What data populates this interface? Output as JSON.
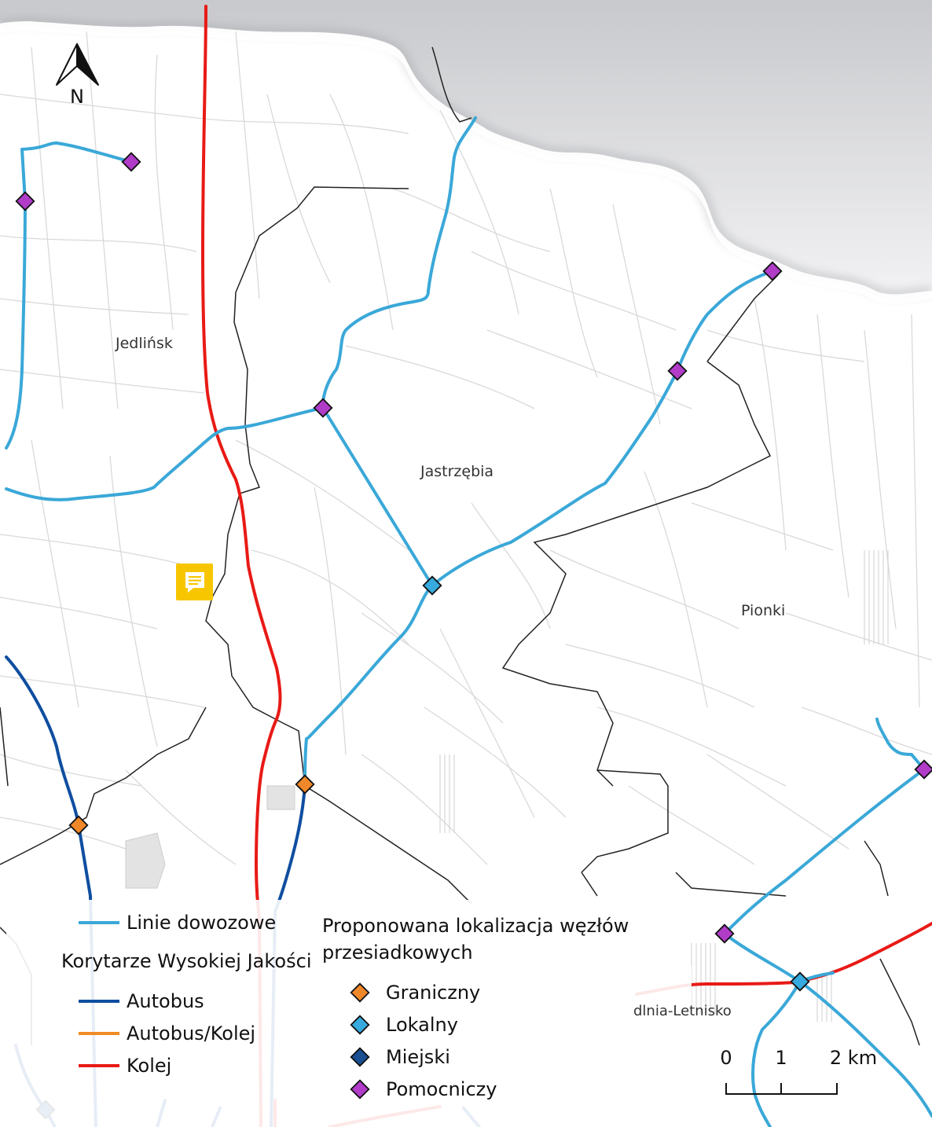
{
  "map": {
    "place_labels": {
      "jedlinsk": "Jedlińsk",
      "jastrzebia": "Jastrzębia",
      "pionki": "Pionki",
      "jedlnia_letnisko": "dlnia-Letnisko"
    },
    "north_arrow": {
      "letter": "N",
      "icon": "north-arrow-icon"
    },
    "scale_bar": {
      "labels": [
        "0",
        "1",
        "2 km"
      ]
    },
    "comment_marker": {
      "icon": "comment-icon",
      "color": "#f7c600"
    }
  },
  "legend": {
    "feeder_lines": {
      "label": "Linie dowozowe",
      "color": "#3aa8d8"
    },
    "corridors": {
      "title": "Korytarze Wysokiej Jakości",
      "items": [
        {
          "label": "Autobus",
          "color": "#0f4ea0"
        },
        {
          "label": "Autobus/Kolej",
          "color": "#f08a24"
        },
        {
          "label": "Kolej",
          "color": "#e81a16"
        }
      ]
    },
    "nodes": {
      "title_line1": "Proponowana lokalizacja węzłów",
      "title_line2": "przesiadkowych",
      "items": [
        {
          "label": "Graniczny",
          "color": "#f0882a"
        },
        {
          "label": "Lokalny",
          "color": "#36aade"
        },
        {
          "label": "Miejski",
          "color": "#1a4f94"
        },
        {
          "label": "Pomocniczy",
          "color": "#b03cc8"
        }
      ]
    }
  },
  "colors": {
    "feeder": "#3aa8d8",
    "bus": "#0f4ea0",
    "rail": "#e81a16",
    "border": "#222222",
    "roads": "#d8d8d8"
  }
}
